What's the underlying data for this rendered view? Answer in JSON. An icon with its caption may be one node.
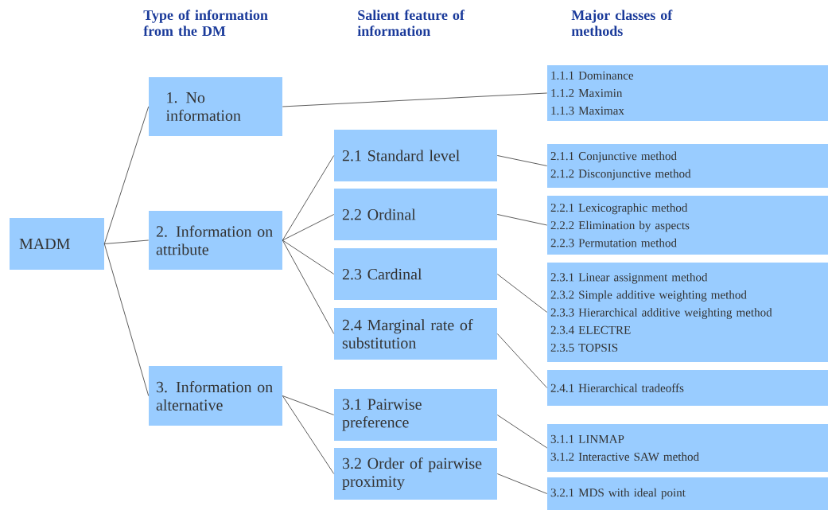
{
  "diagram": {
    "nodes": [
      {
        "text": [
          "MADM"
        ]
      },
      {
        "text": [
          "1. No information"
        ]
      },
      {
        "text": [
          "2. Information on attribute"
        ]
      },
      {
        "text": [
          "3. Information on alternative"
        ]
      },
      {
        "text": [
          "2.1 Standard level"
        ]
      },
      {
        "text": [
          "2.2 Ordinal"
        ]
      },
      {
        "text": [
          "2.3 Cardinal"
        ]
      },
      {
        "text": [
          "2.4 Marginal rate of substitution"
        ]
      },
      {
        "text": [
          "3.1 Pairwise preference"
        ]
      },
      {
        "text": [
          "3.2 Order of pairwise proximity"
        ]
      },
      {
        "text": [
          "1.1.1 Dominance",
          "1.1.2 Maximin",
          "1.1.3 Maximax"
        ]
      },
      {
        "text": [
          "2.1.1 Conjunctive method",
          "2.1.2 Disconjunctive method"
        ]
      },
      {
        "text": [
          "2.2.1 Lexicographic method",
          "2.2.2 Elimination by aspects",
          "2.2.3 Permutation method"
        ]
      },
      {
        "text": [
          "2.3.1 Linear assignment method",
          "2.3.2 Simple additive weighting method",
          "2.3.3 Hierarchical additive weighting method",
          "2.3.4 ELECTRE",
          "2.3.5 TOPSIS"
        ]
      },
      {
        "text": [
          "2.4.1 Hierarchical tradeoffs"
        ]
      },
      {
        "text": [
          "3.1.1 LINMAP",
          "3.1.2 Interactive SAW method"
        ]
      },
      {
        "text": [
          "3.2.1 MDS with ideal point"
        ]
      }
    ],
    "edges": [
      {
        "from": 0,
        "to": 1,
        "arrow": "none"
      },
      {
        "from": 0,
        "to": 2,
        "arrow": "none"
      },
      {
        "from": 0,
        "to": 3,
        "arrow": "none"
      },
      {
        "from": 1,
        "to": 10,
        "arrow": "none"
      },
      {
        "from": 2,
        "to": 4,
        "arrow": "none"
      },
      {
        "from": 2,
        "to": 5,
        "arrow": "none"
      },
      {
        "from": 2,
        "to": 6,
        "arrow": "none"
      },
      {
        "from": 2,
        "to": 7,
        "arrow": "none"
      },
      {
        "from": 3,
        "to": 8,
        "arrow": "none"
      },
      {
        "from": 3,
        "to": 9,
        "arrow": "none"
      },
      {
        "from": 4,
        "to": 11,
        "arrow": "none"
      },
      {
        "from": 5,
        "to": 12,
        "arrow": "none"
      },
      {
        "from": 6,
        "to": 13,
        "arrow": "none"
      },
      {
        "from": 7,
        "to": 14,
        "arrow": "none"
      },
      {
        "from": 8,
        "to": 15,
        "arrow": "none"
      },
      {
        "from": 9,
        "to": 16,
        "arrow": "none"
      }
    ],
    "labels": [
      "Type of information from the DM",
      "Salient feature of information",
      "Major classes of methods"
    ]
  }
}
